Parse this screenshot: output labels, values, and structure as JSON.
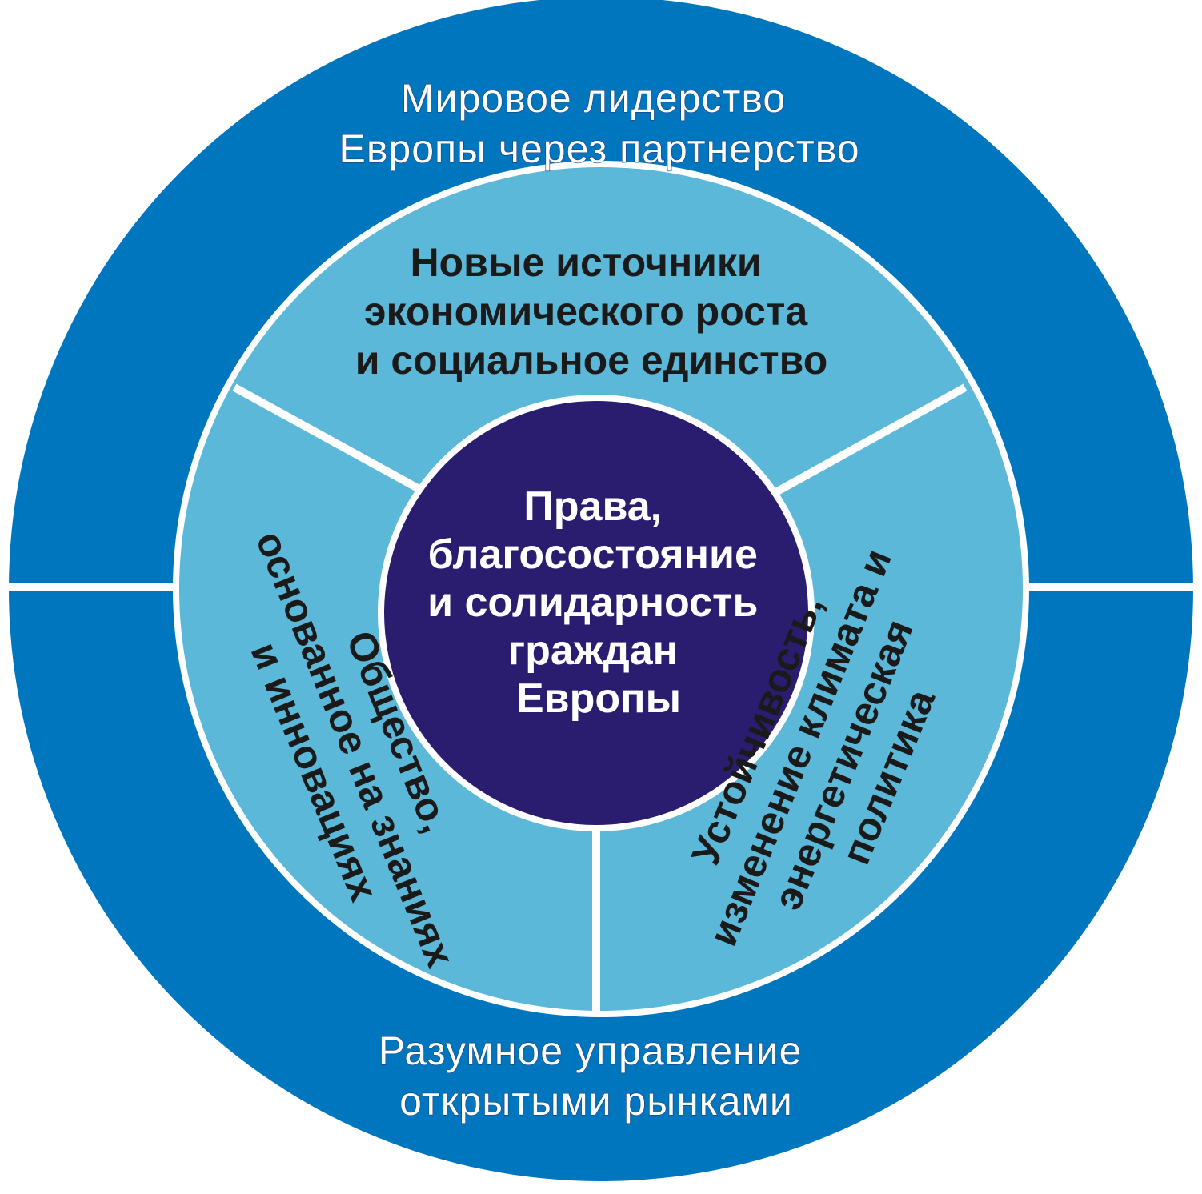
{
  "colors": {
    "outer_ring": "#0076be",
    "middle_ring": "#5cb8d8",
    "center_circle": "#2a1c6e",
    "separator": "#ffffff"
  },
  "outer": {
    "top": [
      "Мировое лидерство",
      "Европы через партнерство"
    ],
    "bottom": [
      "Разумное управление",
      "открытыми рынками"
    ]
  },
  "middle": {
    "top": [
      "Новые источники",
      "экономического роста",
      "и социальное единство"
    ],
    "left": [
      "Общество,",
      "основанное на знаниях",
      "и инновациях"
    ],
    "right": [
      "Устойчивость,",
      "изменение климата и",
      "энергетическая",
      "политика"
    ]
  },
  "center": [
    "Права,",
    "благосостояние",
    "и солидарность",
    "граждан",
    "Европы"
  ]
}
